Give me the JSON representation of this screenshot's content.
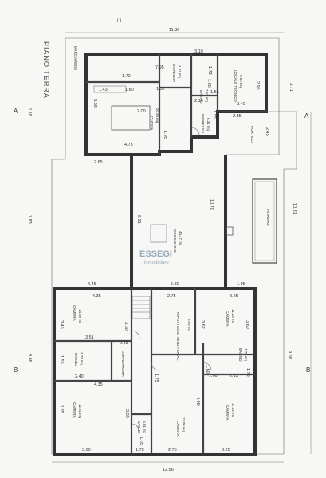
{
  "top_mark": "( )",
  "overall_dims": {
    "top_width": "11.36",
    "bottom_width": "12.56",
    "depth": "9.66",
    "right_depth": "10.31",
    "left_mid": "7.83"
  },
  "side_labels": {
    "left_top": "6.16",
    "right_top": "3.71"
  },
  "floor_label": "PIANO TERRA",
  "section_marks": {
    "a_left": "A",
    "a_right": "A",
    "b_left": "B",
    "b_right": "B"
  },
  "marciapiede": "MARCIAPIEDE",
  "fioriera": "FIORIERA",
  "watermark": {
    "brand": "ESSEGI",
    "sub": "immobiliare"
  },
  "rooms": {
    "cucina": {
      "name": "CUCINA",
      "area": "20.93 mq"
    },
    "dispensa": {
      "name": "DISPENSA",
      "area": "4.83 mq"
    },
    "bagno_top": {
      "name": "BAGNO",
      "area": "2.62 mq"
    },
    "locale": {
      "name": "LOCALE TECNICO",
      "area": "6.80 mq"
    },
    "ingresso": {
      "name": "INGRESSO",
      "area": "6.31 mq"
    },
    "portico": {
      "name": "PORTICO"
    },
    "soggiorno": {
      "name": "SOGGIORNO",
      "area": "44.47 mq"
    },
    "ripostiglio": {
      "name": "RIPOSTIGLIO SENZA ARIAZ.",
      "area": "8.59 mq"
    },
    "camera_1": {
      "name": "CAMERA",
      "area": "14.88 mq"
    },
    "camera_2": {
      "name": "CAMERA",
      "area": "11.25 mq"
    },
    "bagno_l": {
      "name": "BAGNO",
      "area": "4.25 mq"
    },
    "bagno_r": {
      "name": "BAGNO",
      "area": "3.78 mq"
    },
    "guardaroba": {
      "name": "GUARDAROBA"
    },
    "camera_3": {
      "name": "CAMERA",
      "area": "12.81 mq"
    },
    "bagno_c": {
      "name": "BAGNO",
      "area": "5.84 mq"
    },
    "camera_4": {
      "name": "CAMERA",
      "area": "11.00 mq"
    },
    "camera_5": {
      "name": "CAMERA",
      "area": "11.25 mq"
    }
  },
  "dims": {
    "d1": "7.95",
    "d2": "1.72",
    "d3": "1.52",
    "d4": "1.43",
    "d5": "1.80",
    "d6": "2.00",
    "d7": "1.65",
    "d8": "1.55",
    "d9": "2.95",
    "d10": "2.40",
    "d11": "2.55",
    "d12": "2.45",
    "d13": "3.30",
    "d14": "1.95",
    "d15": "4.75",
    "d16": "2.65",
    "d17": "8.31",
    "d18": "10.70",
    "d19": "4.45",
    "d20": "5.30",
    "d21": "1.95",
    "d22": "4.35",
    "d23": "2.75",
    "d24": "3.25",
    "d25": "3.45",
    "d26": "3.51",
    "d27": "3.30",
    "d28": "3.62",
    "d29": "3.60",
    "d30": "1.55",
    "d31": "2.40",
    "d32": "0.83",
    "d33": "4.35",
    "d34": "1.60",
    "d35": "2.15",
    "d36": "1.00",
    "d37": "1.75",
    "d38": "3.35",
    "d39": "3.35",
    "d40": "4.00",
    "d41": "3.60",
    "d42": "1.75",
    "d43": "2.75",
    "d44": "3.25",
    "d45": "1.75",
    "d46": "1.05",
    "d47": "1.73",
    "d48": "3.10",
    "d49": "2.10",
    "d50": "1.55"
  }
}
